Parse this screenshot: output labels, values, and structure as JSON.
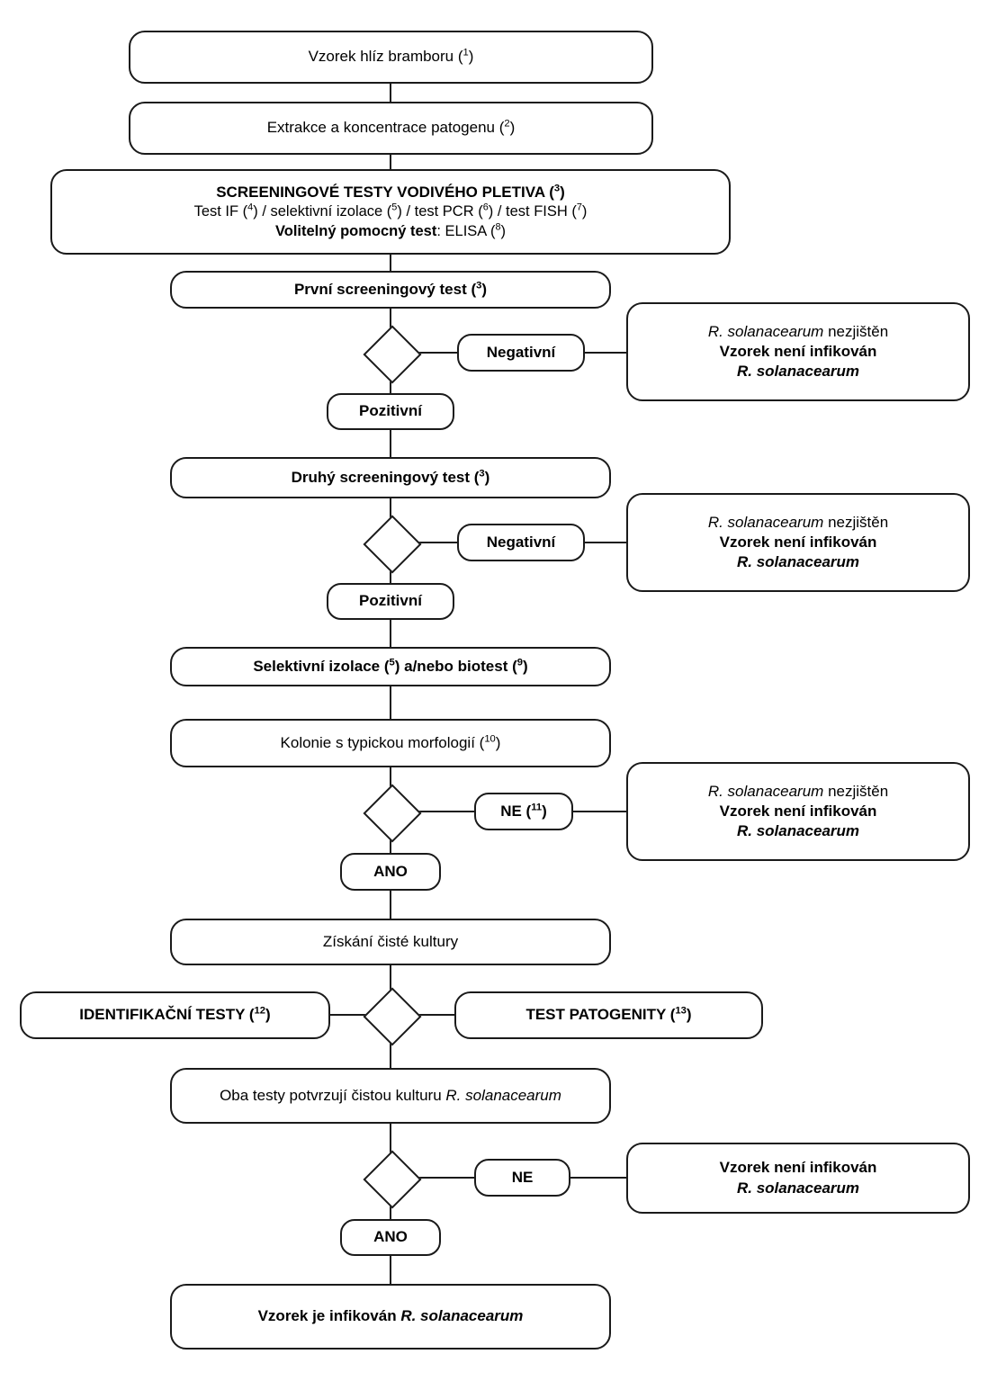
{
  "diagram": {
    "title": "Schema detekce Ralstonia solanacearum ve vzorku hliz bramboru",
    "language": "cs",
    "stroke_color": "#1a1a1a",
    "background_color": "#ffffff"
  },
  "nodes": {
    "sample": {
      "line1": "Vzorek hlíz bramboru (",
      "sup1": "1",
      "line1_end": ")"
    },
    "extraction": {
      "line1": "Extrakce a koncentrace patogenu (",
      "sup1": "2",
      "line1_end": ")"
    },
    "screening": {
      "line1": "SCREENINGOVÉ TESTY VODIVÉHO PLETIVA (",
      "line1_sup": "3",
      "line1_end": ")",
      "line2_a": "Test IF (",
      "line2_sup1": "4",
      "line2_b": ") / selektivní izolace (",
      "line2_sup2": "5",
      "line2_c": ") / test PCR (",
      "line2_sup3": "6",
      "line2_d": ") / test FISH (",
      "line2_sup4": "7",
      "line2_e": ")",
      "line3_a": "Volitelný pomocný test",
      "line3_b": ": ELISA (",
      "line3_sup": "8",
      "line3_c": ")"
    },
    "first_test": {
      "text": "První screeningový test (",
      "sup": "3",
      "end": ")"
    },
    "second_test": {
      "text": "Druhý screeningový test (",
      "sup": "3",
      "end": ")"
    },
    "selective_isolation": {
      "a": "Selektivní izolace (",
      "sup1": "5",
      "b": ") a/nebo biotest (",
      "sup2": "9",
      "c": ")"
    },
    "colonies": {
      "a": "Kolonie s typickou morfologií (",
      "sup": "10",
      "b": ")"
    },
    "pure_culture": {
      "text": "Získání čisté kultury"
    },
    "identification_tests": {
      "a": "IDENTIFIKAČNÍ TESTY (",
      "sup": "12",
      "b": ")"
    },
    "pathogenicity_test": {
      "a": "TEST PATOGENITY (",
      "sup": "13",
      "b": ")"
    },
    "both_confirm": {
      "a": "Oba testy potvrzují čistou kulturu ",
      "b": "R. solanacearum"
    },
    "infected": {
      "a": "Vzorek je infikován ",
      "b": "R. solanacearum"
    }
  },
  "labels": {
    "negative_1": "Negativní",
    "positive_1": "Pozitivní",
    "negative_2": "Negativní",
    "positive_2": "Pozitivní",
    "no_1_a": "NE (",
    "no_1_sup": "11",
    "no_1_b": ")",
    "yes_1": "ANO",
    "no_2": "NE",
    "yes_2": "ANO"
  },
  "outcomes": {
    "not_detected_1": {
      "line1_a": "R. solanacearum",
      "line1_b": " nezjištěn",
      "line2": "Vzorek není infikován",
      "line3": "R. solanacearum"
    },
    "not_detected_2": {
      "line1_a": "R. solanacearum",
      "line1_b": " nezjištěn",
      "line2": "Vzorek není infikován",
      "line3": "R. solanacearum"
    },
    "not_detected_3": {
      "line1_a": "R. solanacearum",
      "line1_b": " nezjištěn",
      "line2": "Vzorek není infikován",
      "line3": "R. solanacearum"
    },
    "not_infected_final": {
      "line1": "Vzorek není infikován",
      "line2": "R. solanacearum"
    }
  }
}
